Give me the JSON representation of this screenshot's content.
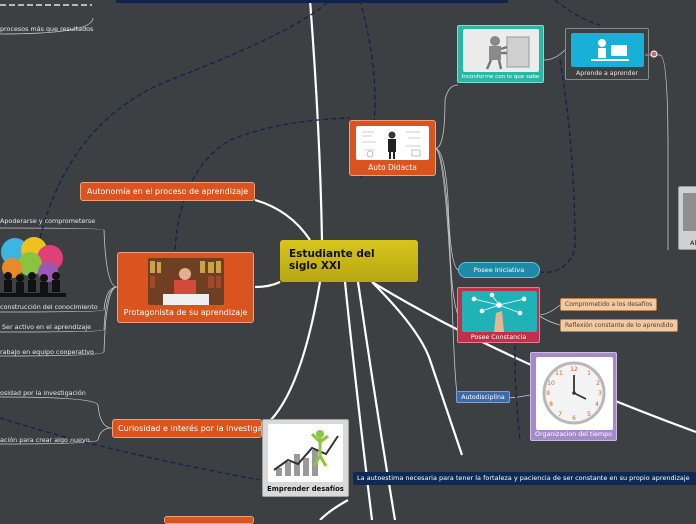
{
  "central": {
    "title": "Estudiante del siglo XXI"
  },
  "topics": {
    "autonomia": "Autonomía en el proceso de aprendizaje",
    "protagonista": "Protagonista de su aprendizaje",
    "curiosidad": "Curiosidad e interés por la investigación",
    "emprender": "Emprender desafíos",
    "auto_didacta": "Auto Didacta",
    "inconforme": "Inconforme con lo que sabe",
    "aprende": "Aprende a aprender",
    "posee_iniciativa": "Posee Iniciativa",
    "posee_constancia": "Posee Constancia",
    "comprometido": "Comprometido a los desafíos",
    "reflexion": "Reflexión constante de lo aprendido",
    "autodisciplina": "Autodisciplina",
    "organizacion": "Organizacion del tiempo",
    "autoestima": "La autoestima necesaria para tener la fortaleza y paciencia de ser constante en su propio aprendizaje"
  },
  "left_items": {
    "procesos": "procesos más que resultados",
    "apoderarse": "Apoderarse y comprometerse",
    "construccion": "construcción del conocimiento",
    "activo": "Ser activo en el aprendizaje",
    "trabajo": "rabajo en equipo cooperativo",
    "curiosidad_inv": "osidad por la investigación",
    "creacion": "ación para crear algo nuevo"
  },
  "right_partial": {
    "label": "Al"
  },
  "colors": {
    "background": "#3d4043",
    "central": "#d1bd17",
    "orange_topic": "#d9541e",
    "teal_topic": "#2bb7a5",
    "iniciativa": "#1e8aa6",
    "constancia": "#c0304a",
    "organizacion": "#a48ac8",
    "autodisciplina": "#3f6aa8",
    "autoestima": "#0f2a52"
  },
  "icons": [
    "idea-people-icon",
    "books-student-icon",
    "growth-chart-icon",
    "clock-icon",
    "teacher-board-icon",
    "robot-push-icon",
    "computer-person-icon",
    "network-hand-icon"
  ]
}
